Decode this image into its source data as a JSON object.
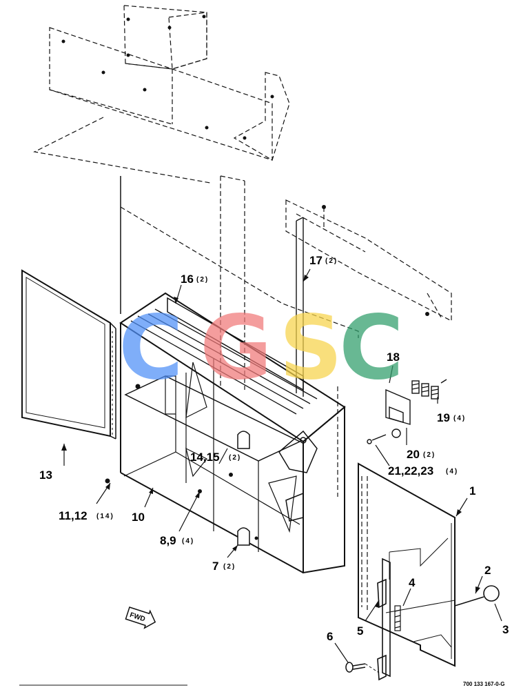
{
  "callouts": {
    "c1": {
      "num": "1",
      "qty": ""
    },
    "c2": {
      "num": "2",
      "qty": ""
    },
    "c3": {
      "num": "3",
      "qty": ""
    },
    "c4": {
      "num": "4",
      "qty": ""
    },
    "c5": {
      "num": "5",
      "qty": ""
    },
    "c6": {
      "num": "6",
      "qty": ""
    },
    "c7": {
      "num": "7",
      "qty": "(2)"
    },
    "c8": {
      "num": "8,9",
      "qty": "(4)"
    },
    "c10": {
      "num": "10",
      "qty": ""
    },
    "c11": {
      "num": "11,12",
      "qty": "(14)"
    },
    "c13": {
      "num": "13",
      "qty": ""
    },
    "c14": {
      "num": "14,15",
      "qty": "(2)"
    },
    "c16": {
      "num": "16",
      "qty": "(2)"
    },
    "c17": {
      "num": "17",
      "qty": "(2)"
    },
    "c18": {
      "num": "18",
      "qty": ""
    },
    "c19": {
      "num": "19",
      "qty": "(4)"
    },
    "c20": {
      "num": "20",
      "qty": "(2)"
    },
    "c21": {
      "num": "21,22,23",
      "qty": "(4)"
    }
  },
  "fwd_label": "FWD",
  "figure_number": "700 133 167-0-G",
  "watermark": {
    "letters": [
      "C",
      "G",
      "S",
      "C"
    ],
    "colors": [
      "#4f8ff7",
      "#f07878",
      "#f7d44a",
      "#2f9e6a"
    ]
  },
  "line_color": "#111111"
}
